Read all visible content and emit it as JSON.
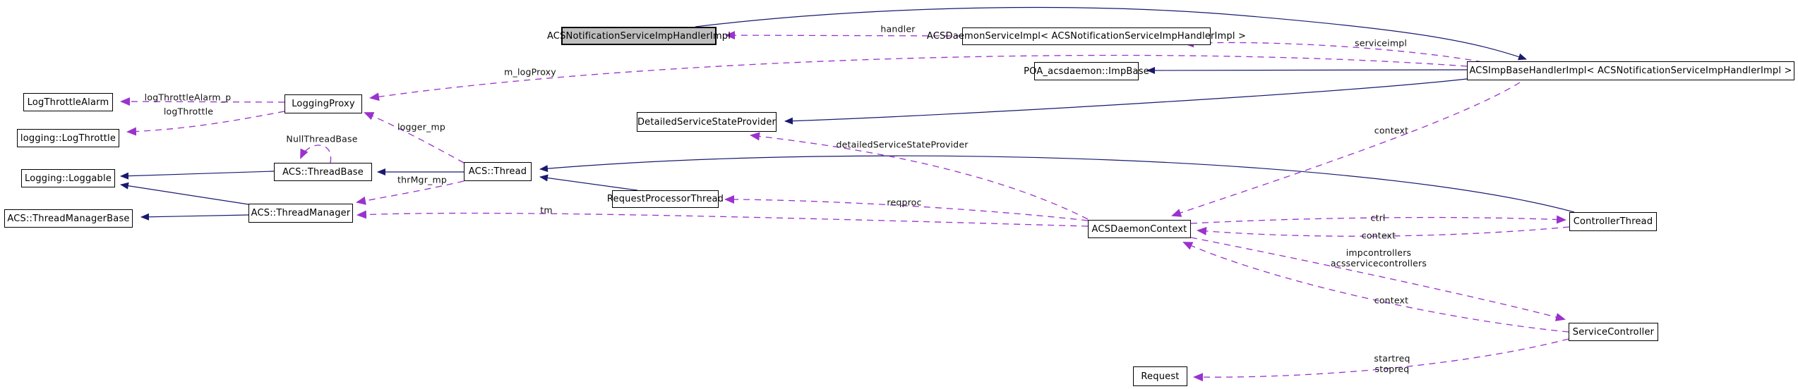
{
  "diagram": {
    "type": "doxygen-collaboration-graph",
    "background_color": "#ffffff",
    "colors": {
      "inheritance_edge": "#191970",
      "usage_edge": "#9a32cd",
      "node_border": "#000000",
      "node_fill": "#ffffff",
      "highlighted_node_fill": "#bfbfbf",
      "label_text": "#111111"
    },
    "nodes": [
      {
        "id": "notification",
        "label": "ACSNotificationServiceImpHandlerImpl",
        "highlighted": true
      },
      {
        "id": "daemonservice",
        "label": "ACSDaemonServiceImpl< ACSNotificationServiceImpHandlerImpl >",
        "highlighted": false
      },
      {
        "id": "poa",
        "label": "POA_acsdaemon::ImpBase",
        "highlighted": false
      },
      {
        "id": "impbase",
        "label": "ACSImpBaseHandlerImpl< ACSNotificationServiceImpHandlerImpl >",
        "highlighted": false
      },
      {
        "id": "logthrottlealarm",
        "label": "LogThrottleAlarm",
        "highlighted": false
      },
      {
        "id": "loggingproxy",
        "label": "LoggingProxy",
        "highlighted": false
      },
      {
        "id": "logthrottle",
        "label": "logging::LogThrottle",
        "highlighted": false
      },
      {
        "id": "loggable",
        "label": "Logging::Loggable",
        "highlighted": false
      },
      {
        "id": "threadbase",
        "label": "ACS::ThreadBase",
        "highlighted": false
      },
      {
        "id": "thread",
        "label": "ACS::Thread",
        "highlighted": false
      },
      {
        "id": "threadmanager",
        "label": "ACS::ThreadManager",
        "highlighted": false
      },
      {
        "id": "threadmanagerbase",
        "label": "ACS::ThreadManagerBase",
        "highlighted": false
      },
      {
        "id": "dssp",
        "label": "DetailedServiceStateProvider",
        "highlighted": false
      },
      {
        "id": "rpt",
        "label": "RequestProcessorThread",
        "highlighted": false
      },
      {
        "id": "adc",
        "label": "ACSDaemonContext",
        "highlighted": false
      },
      {
        "id": "controllerthread",
        "label": "ControllerThread",
        "highlighted": false
      },
      {
        "id": "servicecontroller",
        "label": "ServiceController",
        "highlighted": false
      },
      {
        "id": "request",
        "label": "Request",
        "highlighted": false
      }
    ],
    "edge_labels": [
      {
        "id": "handler",
        "text": "handler"
      },
      {
        "id": "serviceimpl",
        "text": "serviceimpl"
      },
      {
        "id": "m_logproxy",
        "text": "m_logProxy"
      },
      {
        "id": "logthrottlealarm_p",
        "text": "logThrottleAlarm_p"
      },
      {
        "id": "logthrottle",
        "text": "logThrottle"
      },
      {
        "id": "nullthreadbase",
        "text": "NullThreadBase"
      },
      {
        "id": "logger_mp",
        "text": "logger_mp"
      },
      {
        "id": "thrmgr_mp",
        "text": "thrMgr_mp"
      },
      {
        "id": "detailedservicestateprovider",
        "text": "detailedServiceStateProvider"
      },
      {
        "id": "reqproc",
        "text": "reqproc"
      },
      {
        "id": "tm",
        "text": "tm"
      },
      {
        "id": "ctrl",
        "text": "ctrl"
      },
      {
        "id": "context_top",
        "text": "context"
      },
      {
        "id": "context_mid",
        "text": "context"
      },
      {
        "id": "impcontrollers",
        "text": "impcontrollers\nacsservicecontrollers"
      },
      {
        "id": "context_bottom",
        "text": "context"
      },
      {
        "id": "startreq_stopreq",
        "text": "startreq\nstopreq"
      }
    ]
  }
}
